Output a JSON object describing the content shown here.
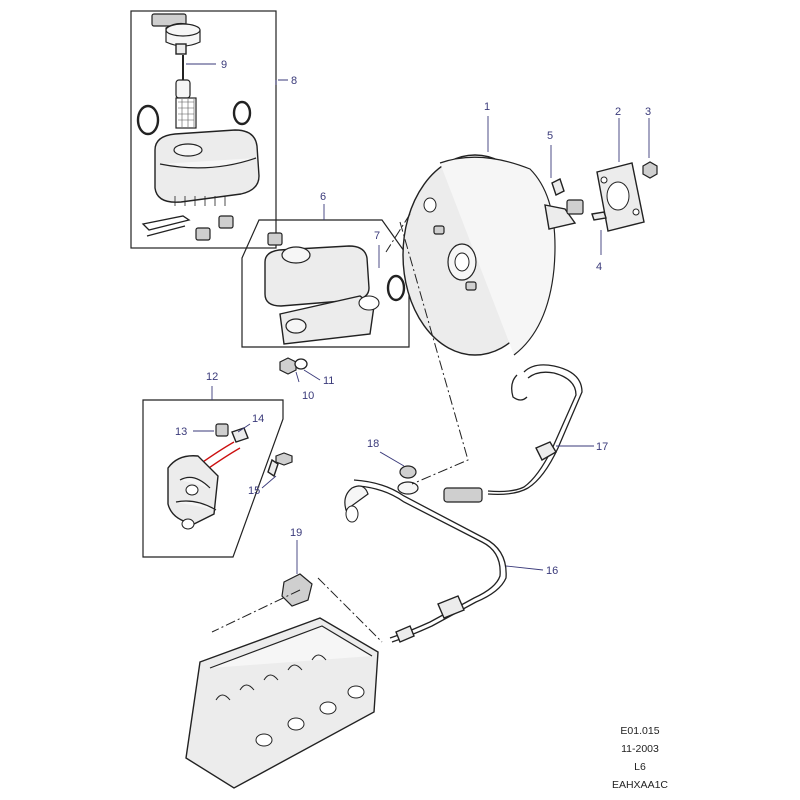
{
  "callouts": [
    "1",
    "2",
    "3",
    "4",
    "5",
    "6",
    "7",
    "8",
    "9",
    "10",
    "11",
    "12",
    "13",
    "14",
    "15",
    "16",
    "17",
    "18",
    "19"
  ],
  "reference": {
    "page": "E01.015",
    "date": "11-2003",
    "engine": "L6",
    "code": "EAHXAA1C"
  },
  "colors": {
    "callout_text": "#3a3a7a",
    "line_art": "#222222",
    "brake_pipes": "#cc1010"
  }
}
